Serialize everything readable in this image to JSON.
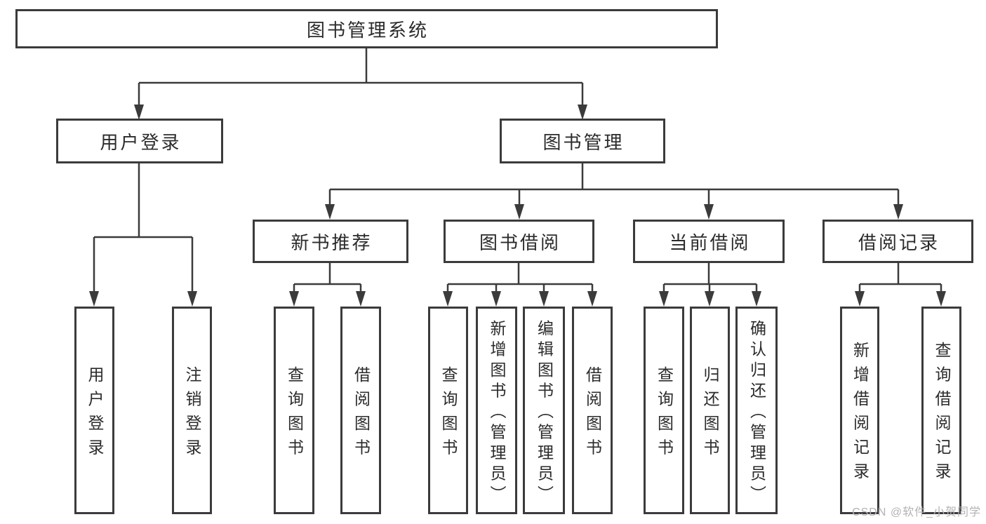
{
  "diagram": {
    "root": {
      "label": "图书管理系统"
    },
    "branches": [
      {
        "label": "用户登录",
        "children": [
          "用户登录",
          "注销登录"
        ]
      },
      {
        "label": "图书管理",
        "sections": [
          {
            "label": "新书推荐",
            "children": [
              "查询图书",
              "借阅图书"
            ]
          },
          {
            "label": "图书借阅",
            "children": [
              "查询图书",
              "新增图书（管理员）",
              "编辑图书（管理员）",
              "借阅图书"
            ]
          },
          {
            "label": "当前借阅",
            "children": [
              "查询图书",
              "归还图书",
              "确认归还（管理员）"
            ]
          },
          {
            "label": "借阅记录",
            "children": [
              "新增借阅记录",
              "查询借阅记录"
            ]
          }
        ]
      }
    ]
  },
  "watermark": "CSDN @软件_小贺同学",
  "colors": {
    "line": "#3b3b3b",
    "text": "#2b2b2b",
    "watermark": "#b3b3b3",
    "background": "#ffffff"
  }
}
